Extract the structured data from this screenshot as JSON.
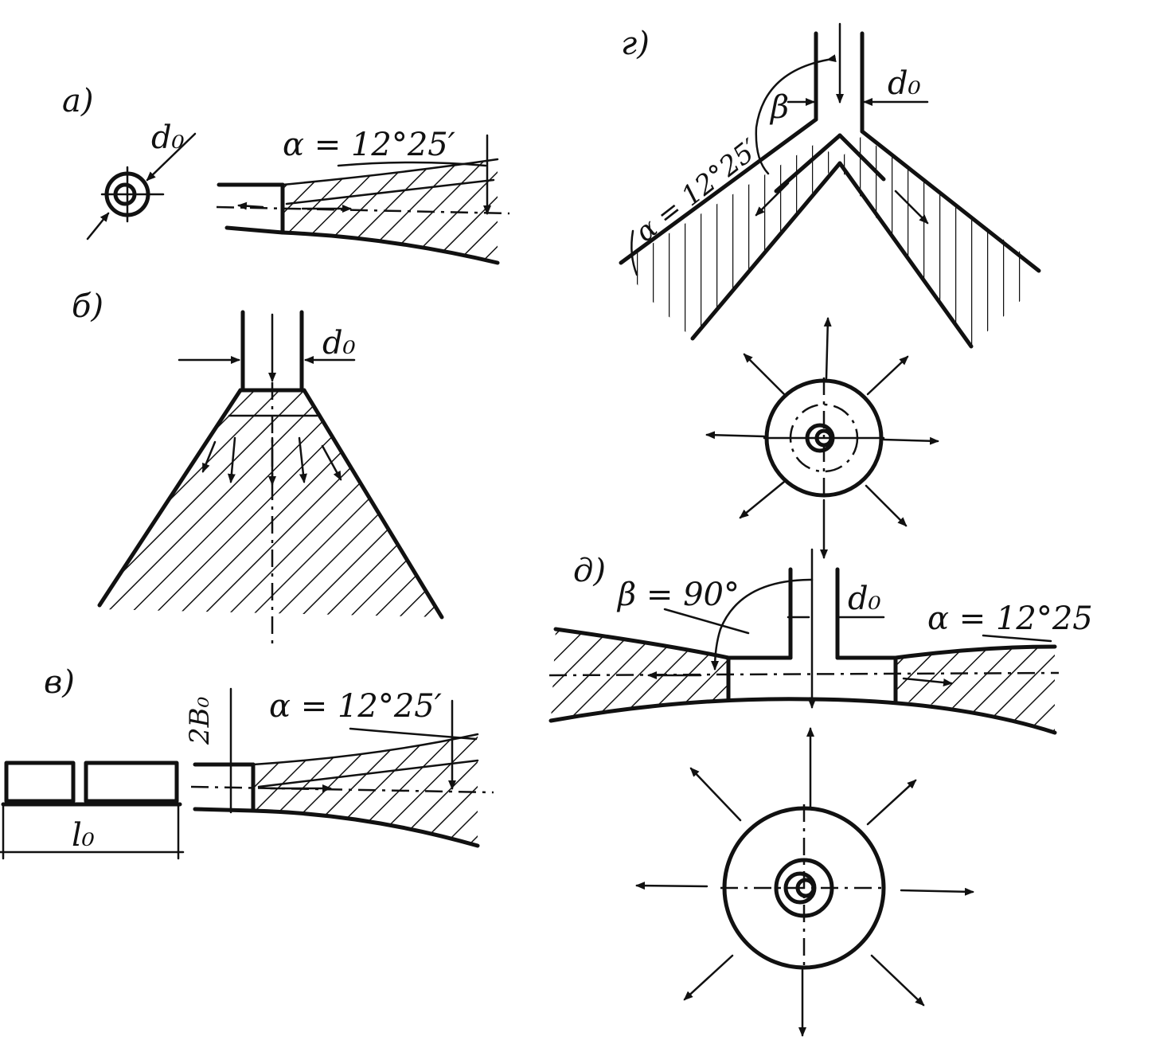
{
  "panels": {
    "a": {
      "tag": "а)",
      "d_label": "d₀",
      "angle_label": "α = 12°25′"
    },
    "b": {
      "tag": "б)",
      "d_label": "d₀"
    },
    "v": {
      "tag": "в)",
      "b_label": "2B₀",
      "l_label": "l₀",
      "angle_label": "α = 12°25′"
    },
    "g": {
      "tag": "г)",
      "d_label": "d₀",
      "angle_label": "α = 12°25′",
      "beta_label": "β"
    },
    "d": {
      "tag": "д)",
      "d_label": "d₀",
      "angle_label": "α = 12°25",
      "beta_label": "β = 90°"
    }
  },
  "colors": {
    "ink": "#111111",
    "paper": "#ffffff"
  }
}
